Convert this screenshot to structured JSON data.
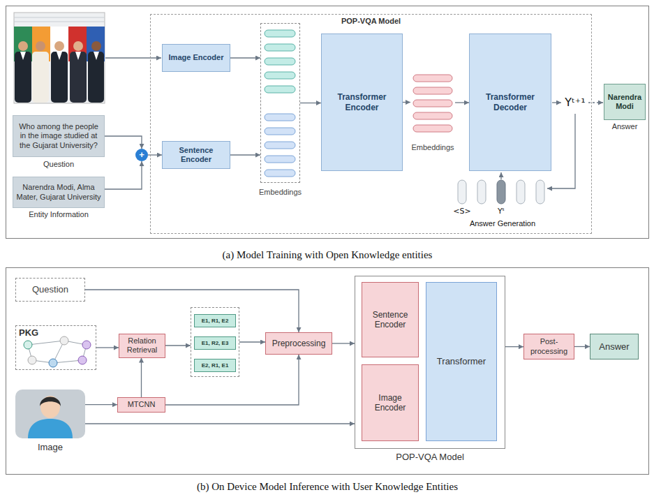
{
  "diagram": {
    "nodes": [
      {
        "text": [
          "(a) Model Training with Open Knowledge entities"
        ]
      },
      {
        "text": [
          "Who among the people in the image studied at the Gujarat University?",
          "Question"
        ],
        "in": 0
      },
      {
        "text": [
          "Narendra Modi, Alma Mater, Gujarat University",
          "Entity Information"
        ],
        "in": 0
      },
      {
        "text": [
          "+"
        ],
        "in": 0
      },
      {
        "text": [
          "POP-VQA Model"
        ],
        "in": 0
      },
      {
        "text": [
          "Image Encoder"
        ],
        "in": 4
      },
      {
        "text": [
          "Sentence Encoder"
        ],
        "in": 4
      },
      {
        "text": [
          "Embeddings"
        ],
        "in": 4
      },
      {
        "text": [
          "Transformer Encoder"
        ],
        "in": 4
      },
      {
        "text": [
          "Embeddings"
        ],
        "in": 4
      },
      {
        "text": [
          "Transformer Decoder"
        ],
        "in": 4
      },
      {
        "text": [
          "Narendra Modi",
          "Answer"
        ],
        "in": 0
      },
      {
        "text": [
          "(b) On Device Model Inference with User Knowledge Entities"
        ]
      },
      {
        "text": [
          "Question"
        ],
        "in": 12
      },
      {
        "text": [
          "PKG"
        ],
        "in": 12
      },
      {
        "text": [
          "Relation Retrieval"
        ],
        "in": 12
      },
      {
        "text": [],
        "in": 12
      },
      {
        "text": [
          "E1, R1, E2"
        ],
        "in": 16
      },
      {
        "text": [
          "E1, R2, E3"
        ],
        "in": 16
      },
      {
        "text": [
          "E2, R1, E1"
        ],
        "in": 16
      },
      {
        "text": [
          "Preprocessing"
        ],
        "in": 12
      },
      {
        "text": [
          "Image"
        ],
        "in": 12
      },
      {
        "text": [
          "MTCNN"
        ],
        "in": 12
      },
      {
        "text": [
          "POP-VQA Model"
        ],
        "in": 12
      },
      {
        "text": [
          "Sentence Encoder"
        ],
        "in": 23
      },
      {
        "text": [
          "Image Encoder"
        ],
        "in": 23
      },
      {
        "text": [
          "Transformer"
        ],
        "in": 23
      },
      {
        "text": [
          "Post-processing"
        ],
        "in": 12
      },
      {
        "text": [
          "Answer"
        ],
        "in": 12
      }
    ],
    "edges": [
      {
        "from": 1,
        "to": 3,
        "arrow": "to"
      },
      {
        "from": 2,
        "to": 3,
        "arrow": "to"
      },
      {
        "from": 3,
        "to": 6,
        "arrow": "to"
      },
      {
        "from": 5,
        "to": 7,
        "arrow": "to"
      },
      {
        "from": 6,
        "to": 7,
        "arrow": "to"
      },
      {
        "from": 7,
        "to": 8,
        "arrow": "to"
      },
      {
        "from": 8,
        "to": 9,
        "arrow": "to"
      },
      {
        "from": 9,
        "to": 10,
        "arrow": "to"
      },
      {
        "from": 13,
        "to": 20,
        "arrow": "to"
      },
      {
        "from": 14,
        "to": 15,
        "arrow": "to"
      },
      {
        "from": 22,
        "to": 15,
        "arrow": "to"
      },
      {
        "from": 15,
        "to": 16,
        "arrow": "to"
      },
      {
        "from": 16,
        "to": 20,
        "arrow": "to"
      },
      {
        "from": 22,
        "to": 20,
        "arrow": "to"
      },
      {
        "from": 21,
        "to": 22,
        "arrow": "to"
      },
      {
        "from": 21,
        "to": 23,
        "arrow": "to"
      },
      {
        "from": 20,
        "to": 23,
        "arrow": "to"
      },
      {
        "from": 23,
        "to": 27,
        "arrow": "to"
      },
      {
        "from": 27,
        "to": 28,
        "arrow": "to"
      }
    ],
    "labels": [
      "Yᵗ⁺¹",
      "<S>",
      "Yᵗ",
      "Answer Generation"
    ]
  }
}
